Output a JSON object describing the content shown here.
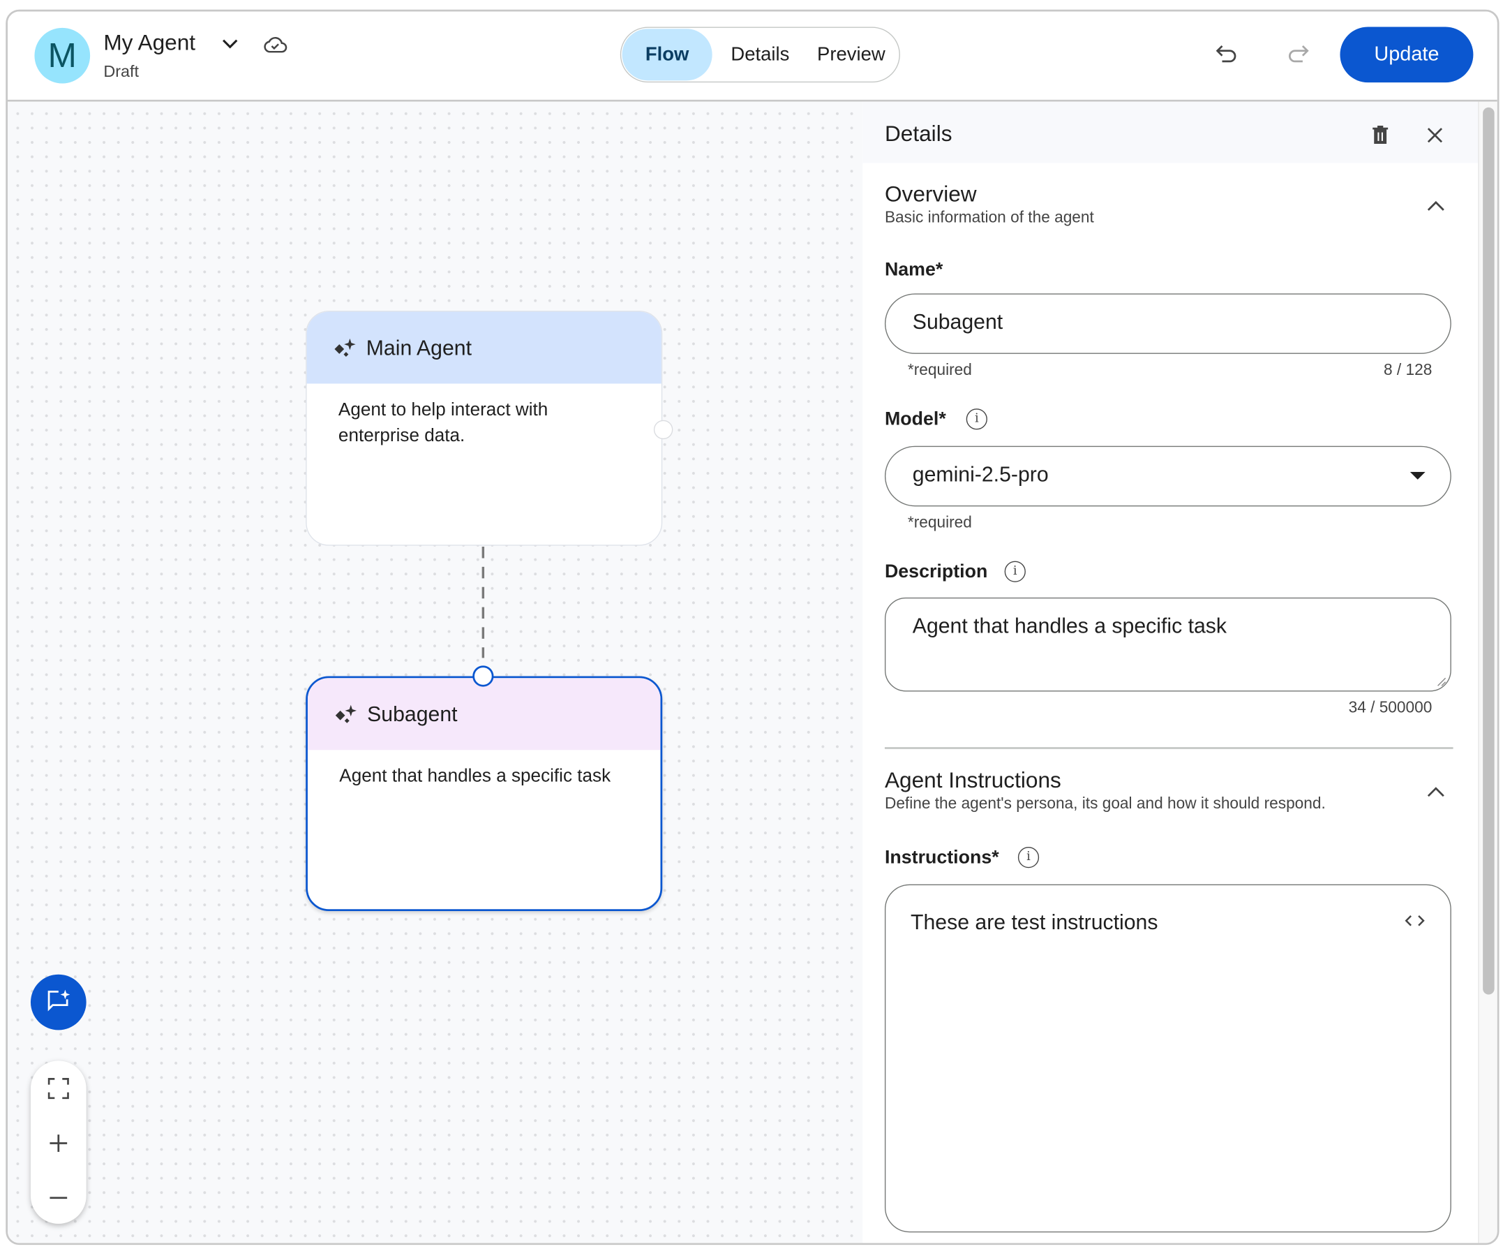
{
  "header": {
    "avatar_letter": "M",
    "agent_name": "My Agent",
    "status": "Draft",
    "tabs": [
      {
        "label": "Flow",
        "active": true
      },
      {
        "label": "Details",
        "active": false
      },
      {
        "label": "Preview",
        "active": false
      }
    ],
    "update_label": "Update"
  },
  "canvas": {
    "nodes": [
      {
        "title": "Main Agent",
        "description": "Agent to help interact with enterprise data.",
        "selected": false
      },
      {
        "title": "Subagent",
        "description": "Agent that handles a specific task",
        "selected": true
      }
    ]
  },
  "panel": {
    "title": "Details",
    "overview": {
      "title": "Overview",
      "subtitle": "Basic information of the agent",
      "name_label": "Name*",
      "name_value": "Subagent",
      "name_hint": "*required",
      "name_count": "8 / 128",
      "model_label": "Model*",
      "model_value": "gemini-2.5-pro",
      "model_hint": "*required",
      "description_label": "Description",
      "description_value": "Agent that handles a specific task",
      "description_count": "34 / 500000"
    },
    "instructions": {
      "title": "Agent Instructions",
      "subtitle": "Define the agent's persona, its goal and how it should respond.",
      "label": "Instructions*",
      "value": "These are test instructions"
    }
  },
  "colors": {
    "primary": "#0b57d0",
    "avatar_bg": "#96e4fd",
    "active_tab_bg": "#c2e7ff",
    "main_node_header": "#d3e3fd",
    "subagent_node_header": "#f6e8fb"
  }
}
